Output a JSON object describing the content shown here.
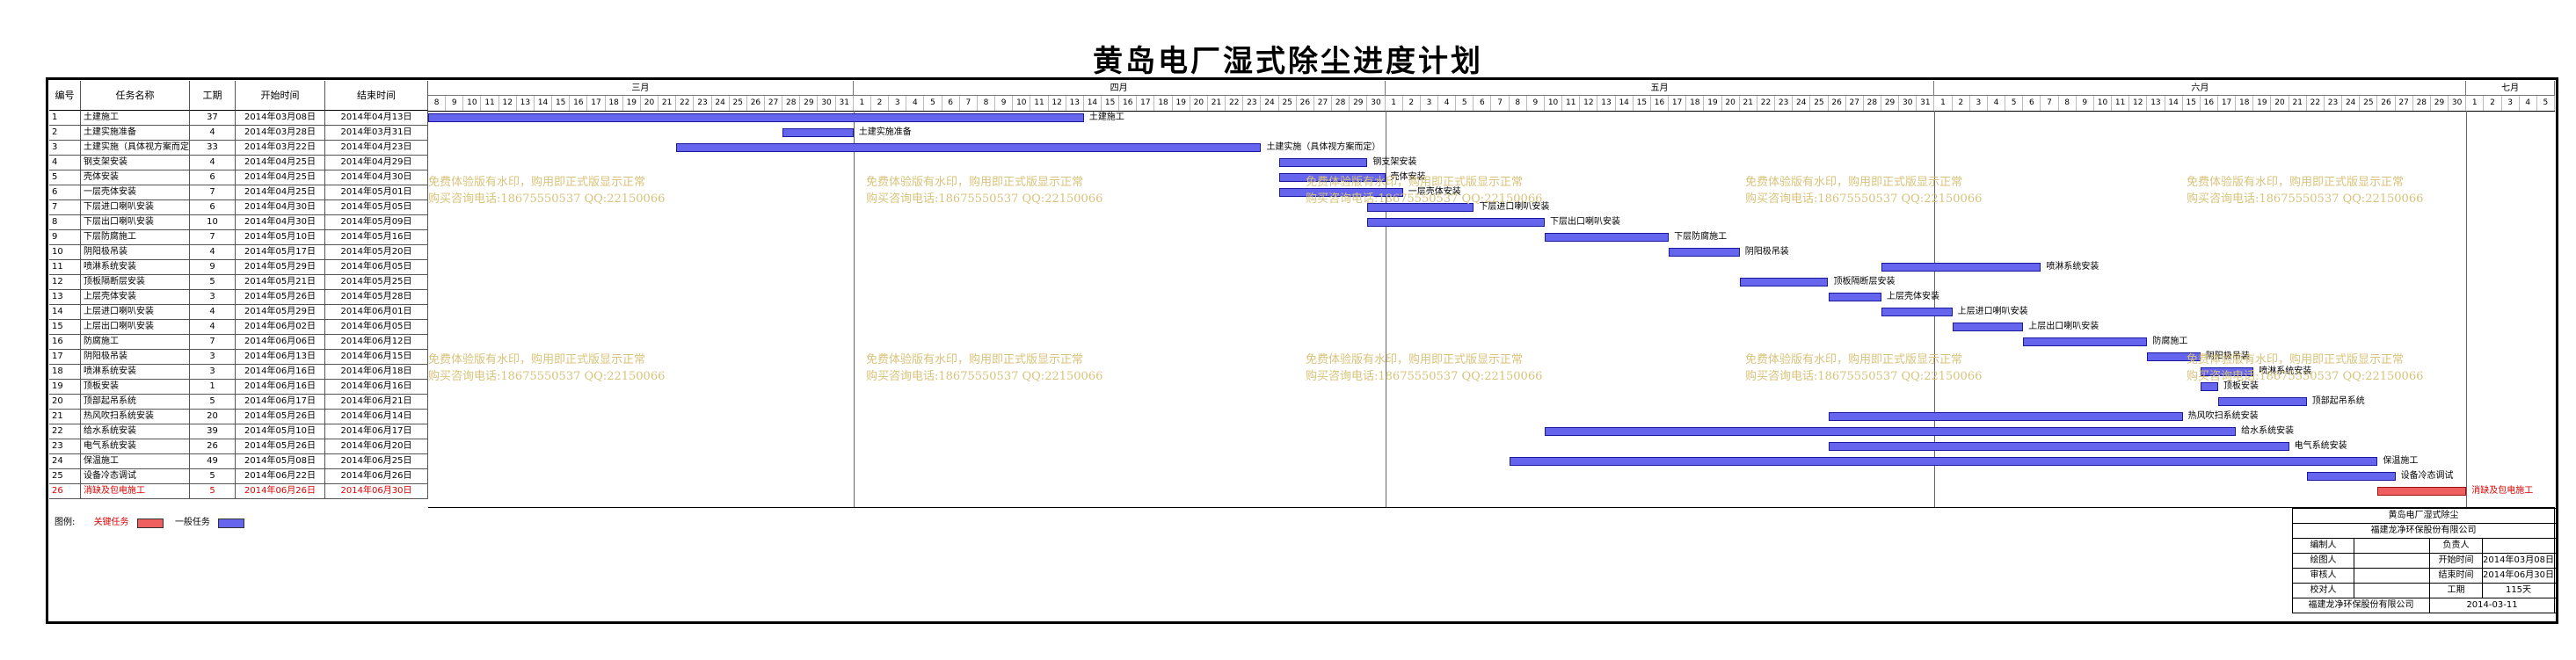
{
  "title": "黄岛电厂湿式除尘进度计划",
  "table": {
    "headers": [
      "编号",
      "任务名称",
      "工期",
      "开始时间",
      "结束时间"
    ],
    "rows": [
      {
        "id": "1",
        "name": "土建施工",
        "dur": "37",
        "start": "2014年03月08日",
        "end": "2014年04月13日",
        "critical": false,
        "s": 0,
        "e": 36
      },
      {
        "id": "2",
        "name": "土建实施准备",
        "dur": "4",
        "start": "2014年03月28日",
        "end": "2014年03月31日",
        "critical": false,
        "s": 20,
        "e": 23
      },
      {
        "id": "3",
        "name": "土建实施（具体视方案而定）",
        "dur": "33",
        "start": "2014年03月22日",
        "end": "2014年04月23日",
        "critical": false,
        "s": 14,
        "e": 46
      },
      {
        "id": "4",
        "name": "钢支架安装",
        "dur": "4",
        "start": "2014年04月25日",
        "end": "2014年04月29日",
        "critical": false,
        "s": 48,
        "e": 52
      },
      {
        "id": "5",
        "name": "壳体安装",
        "dur": "6",
        "start": "2014年04月25日",
        "end": "2014年04月30日",
        "critical": false,
        "s": 48,
        "e": 53
      },
      {
        "id": "6",
        "name": "一层壳体安装",
        "dur": "7",
        "start": "2014年04月25日",
        "end": "2014年05月01日",
        "critical": false,
        "s": 48,
        "e": 54
      },
      {
        "id": "7",
        "name": "下层进口喇叭安装",
        "dur": "6",
        "start": "2014年04月30日",
        "end": "2014年05月05日",
        "critical": false,
        "s": 53,
        "e": 58
      },
      {
        "id": "8",
        "name": "下层出口喇叭安装",
        "dur": "10",
        "start": "2014年04月30日",
        "end": "2014年05月09日",
        "critical": false,
        "s": 53,
        "e": 62
      },
      {
        "id": "9",
        "name": "下层防腐施工",
        "dur": "7",
        "start": "2014年05月10日",
        "end": "2014年05月16日",
        "critical": false,
        "s": 63,
        "e": 69
      },
      {
        "id": "10",
        "name": "阴阳极吊装",
        "dur": "4",
        "start": "2014年05月17日",
        "end": "2014年05月20日",
        "critical": false,
        "s": 70,
        "e": 73
      },
      {
        "id": "11",
        "name": "喷淋系统安装",
        "dur": "9",
        "start": "2014年05月29日",
        "end": "2014年06月05日",
        "critical": false,
        "s": 82,
        "e": 90
      },
      {
        "id": "12",
        "name": "顶板隔断层安装",
        "dur": "5",
        "start": "2014年05月21日",
        "end": "2014年05月25日",
        "critical": false,
        "s": 74,
        "e": 78
      },
      {
        "id": "13",
        "name": "上层壳体安装",
        "dur": "3",
        "start": "2014年05月26日",
        "end": "2014年05月28日",
        "critical": false,
        "s": 79,
        "e": 81
      },
      {
        "id": "14",
        "name": "上层进口喇叭安装",
        "dur": "4",
        "start": "2014年05月29日",
        "end": "2014年06月01日",
        "critical": false,
        "s": 82,
        "e": 85
      },
      {
        "id": "15",
        "name": "上层出口喇叭安装",
        "dur": "4",
        "start": "2014年06月02日",
        "end": "2014年06月05日",
        "critical": false,
        "s": 86,
        "e": 89
      },
      {
        "id": "16",
        "name": "防腐施工",
        "dur": "7",
        "start": "2014年06月06日",
        "end": "2014年06月12日",
        "critical": false,
        "s": 90,
        "e": 96
      },
      {
        "id": "17",
        "name": "阴阳极吊装",
        "dur": "3",
        "start": "2014年06月13日",
        "end": "2014年06月15日",
        "critical": false,
        "s": 97,
        "e": 99
      },
      {
        "id": "18",
        "name": "喷淋系统安装",
        "dur": "3",
        "start": "2014年06月16日",
        "end": "2014年06月18日",
        "critical": false,
        "s": 100,
        "e": 102
      },
      {
        "id": "19",
        "name": "顶板安装",
        "dur": "1",
        "start": "2014年06月16日",
        "end": "2014年06月16日",
        "critical": false,
        "s": 100,
        "e": 100
      },
      {
        "id": "20",
        "name": "顶部起吊系统",
        "dur": "5",
        "start": "2014年06月17日",
        "end": "2014年06月21日",
        "critical": false,
        "s": 101,
        "e": 105
      },
      {
        "id": "21",
        "name": "热风吹扫系统安装",
        "dur": "20",
        "start": "2014年05月26日",
        "end": "2014年06月14日",
        "critical": false,
        "s": 79,
        "e": 98
      },
      {
        "id": "22",
        "name": "给水系统安装",
        "dur": "39",
        "start": "2014年05月10日",
        "end": "2014年06月17日",
        "critical": false,
        "s": 63,
        "e": 101
      },
      {
        "id": "23",
        "name": "电气系统安装",
        "dur": "26",
        "start": "2014年05月26日",
        "end": "2014年06月20日",
        "critical": false,
        "s": 79,
        "e": 104
      },
      {
        "id": "24",
        "name": "保温施工",
        "dur": "49",
        "start": "2014年05月08日",
        "end": "2014年06月25日",
        "critical": false,
        "s": 61,
        "e": 109
      },
      {
        "id": "25",
        "name": "设备冷态调试",
        "dur": "5",
        "start": "2014年06月22日",
        "end": "2014年06月26日",
        "critical": false,
        "s": 106,
        "e": 110
      },
      {
        "id": "26",
        "name": "消缺及包电施工",
        "dur": "5",
        "start": "2014年06月26日",
        "end": "2014年06月30日",
        "critical": true,
        "s": 110,
        "e": 114
      }
    ]
  },
  "gantt": {
    "months": [
      {
        "label": "三月",
        "days": 24
      },
      {
        "label": "四月",
        "days": 30
      },
      {
        "label": "五月",
        "days": 31
      },
      {
        "label": "六月",
        "days": 30
      },
      {
        "label": "七月",
        "days": 5
      }
    ],
    "day_labels": [
      [
        "8",
        "9",
        "10",
        "11",
        "12",
        "13",
        "14",
        "15",
        "16",
        "17",
        "18",
        "19",
        "20",
        "21",
        "22",
        "23",
        "24",
        "25",
        "26",
        "27",
        "28",
        "29",
        "30",
        "31"
      ],
      [
        "1",
        "2",
        "3",
        "4",
        "5",
        "6",
        "7",
        "8",
        "9",
        "10",
        "11",
        "12",
        "13",
        "14",
        "15",
        "16",
        "17",
        "18",
        "19",
        "20",
        "21",
        "22",
        "23",
        "24",
        "25",
        "26",
        "27",
        "28",
        "29",
        "30"
      ],
      [
        "1",
        "2",
        "3",
        "4",
        "5",
        "6",
        "7",
        "8",
        "9",
        "10",
        "11",
        "12",
        "13",
        "14",
        "15",
        "16",
        "17",
        "18",
        "19",
        "20",
        "21",
        "22",
        "23",
        "24",
        "25",
        "26",
        "27",
        "28",
        "29",
        "30",
        "31"
      ],
      [
        "1",
        "2",
        "3",
        "4",
        "5",
        "6",
        "7",
        "8",
        "9",
        "10",
        "11",
        "12",
        "13",
        "14",
        "15",
        "16",
        "17",
        "18",
        "19",
        "20",
        "21",
        "22",
        "23",
        "24",
        "25",
        "26",
        "27",
        "28",
        "29",
        "30"
      ],
      [
        "1",
        "2",
        "3",
        "4",
        "5"
      ]
    ],
    "bar_labels": [
      "土建施工",
      "土建实施准备",
      "土建实施（具体视方案而定）",
      "钢支架安装",
      "壳体安装",
      "一层壳体安装",
      "下层进口喇叭安装",
      "下层出口喇叭安装",
      "下层防腐施工",
      "阴阳极吊装",
      "喷淋系统安装",
      "顶板隔断层安装",
      "上层壳体安装",
      "上层进口喇叭安装",
      "上层出口喇叭安装",
      "防腐施工",
      "阴阳极吊装",
      "喷淋系统安装",
      "顶板安装",
      "顶部起吊系统",
      "热风吹扫系统安装",
      "给水系统安装",
      "电气系统安装",
      "保温施工",
      "设备冷态调试",
      "消缺及包电施工"
    ],
    "colors": {
      "normal": "#6565ee",
      "critical": "#ef5f5f",
      "watermark": "#d8c37a"
    }
  },
  "watermark": {
    "line1": "免费体验版有水印，购用即正式版显示正常",
    "line2": "购买咨询电话:18675550537 QQ:22150066"
  },
  "legend": {
    "label": "图例:",
    "critical": "关键任务",
    "normal": "一般任务"
  },
  "title_block": {
    "project": "黄岛电厂湿式除尘",
    "company": "福建龙净环保股份有限公司",
    "compiler_label": "编制人",
    "responsible_label": "负责人",
    "drawer_label": "绘图人",
    "start_label": "开始时间",
    "start_value": "2014年03月08日",
    "reviewer_label": "审核人",
    "end_label": "结束时间",
    "end_value": "2014年06月30日",
    "checker_label": "校对人",
    "duration_label": "工期",
    "duration_value": "115天",
    "footer_company": "福建龙净环保股份有限公司",
    "date": "2014-03-11"
  }
}
